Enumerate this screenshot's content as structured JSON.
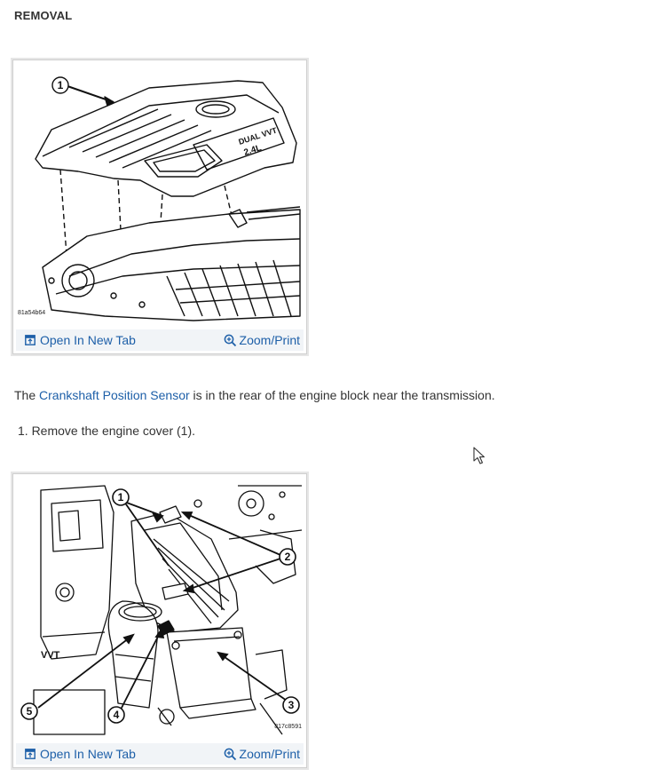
{
  "section": {
    "heading": "REMOVAL"
  },
  "figures": [
    {
      "code": "81a54b64",
      "open_label": "Open In New Tab",
      "zoom_label": "Zoom/Print",
      "callouts": [
        "1"
      ],
      "cover_text_line1": "DUAL VVT",
      "cover_text_line2": "2.4L"
    },
    {
      "code": "817c8591",
      "open_label": "Open In New Tab",
      "zoom_label": "Zoom/Print",
      "callouts": [
        "1",
        "2",
        "3",
        "4",
        "5"
      ],
      "engine_text": "VVT"
    }
  ],
  "intro": {
    "prefix": "The ",
    "link": "Crankshaft Position Sensor",
    "suffix": " is in the rear of the engine block near the transmission."
  },
  "steps": [
    "1. Remove the engine cover (1)."
  ],
  "colors": {
    "link": "#1d5fa8",
    "text": "#333333",
    "bar": "#f1f4f7"
  }
}
